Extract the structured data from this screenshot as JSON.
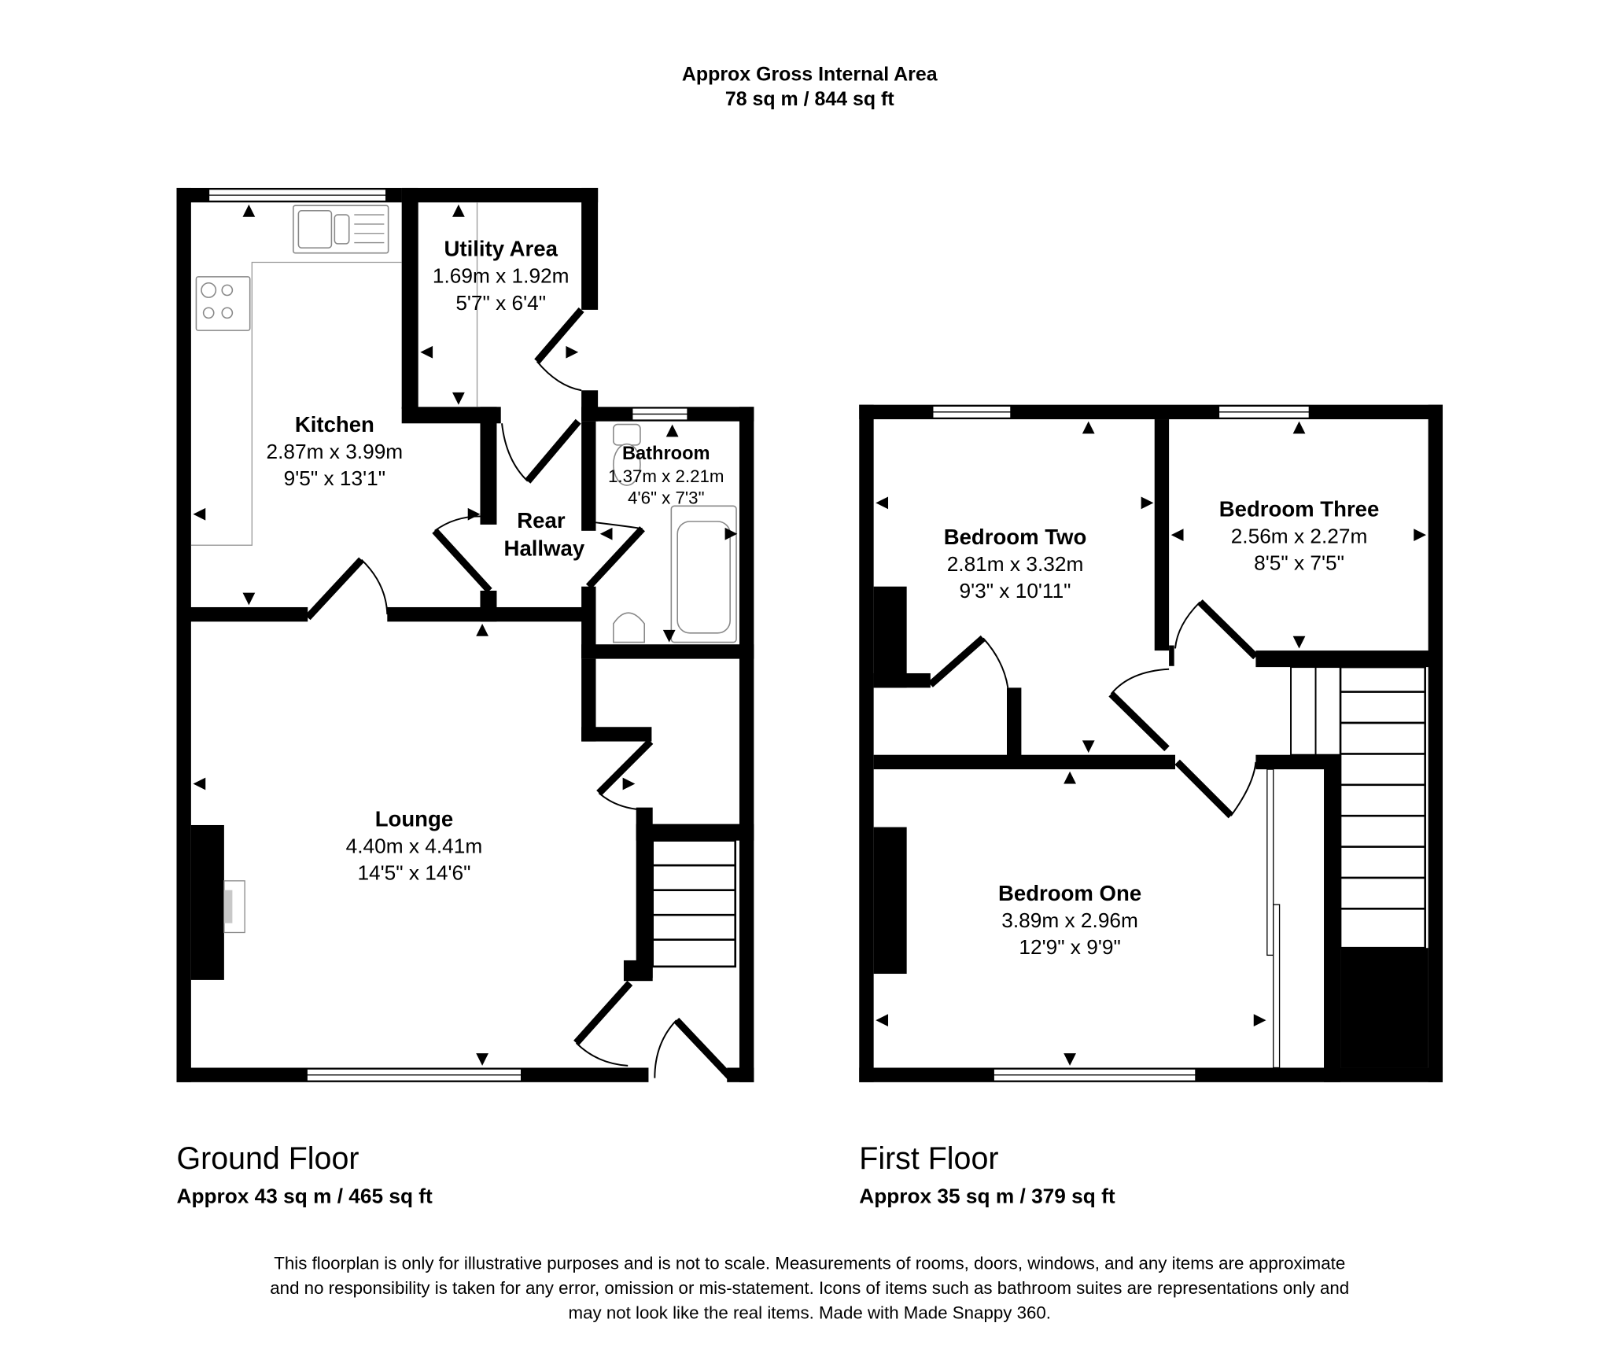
{
  "header": {
    "title": "Approx Gross Internal Area",
    "total_area": "78 sq m / 844 sq ft"
  },
  "ground_floor": {
    "label": "Ground Floor",
    "area": "Approx 43 sq m / 465 sq ft",
    "rooms": [
      {
        "name": "Kitchen",
        "metric": "2.87m x 3.99m",
        "imperial": "9'5\" x 13'1\""
      },
      {
        "name": "Utility Area",
        "metric": "1.69m x 1.92m",
        "imperial": "5'7\" x 6'4\""
      },
      {
        "name": "Bathroom",
        "metric": "1.37m x 2.21m",
        "imperial": "4'6\" x 7'3\""
      },
      {
        "name": "Rear",
        "name_line2": "Hallway"
      },
      {
        "name": "Lounge",
        "metric": "4.40m x 4.41m",
        "imperial": "14'5\" x 14'6\""
      }
    ]
  },
  "first_floor": {
    "label": "First Floor",
    "area": "Approx 35 sq m / 379 sq ft",
    "rooms": [
      {
        "name": "Bedroom Two",
        "metric": "2.81m x 3.32m",
        "imperial": "9'3\" x 10'11\""
      },
      {
        "name": "Bedroom Three",
        "metric": "2.56m x 2.27m",
        "imperial": "8'5\" x 7'5\""
      },
      {
        "name": "Bedroom One",
        "metric": "3.89m x 2.96m",
        "imperial": "12'9\" x 9'9\""
      }
    ]
  },
  "disclaimer": {
    "line1": "This floorplan is only for illustrative purposes and is not to scale. Measurements of rooms, doors, windows, and any items are approximate",
    "line2": "and no responsibility is taken for any error, omission or mis-statement. Icons of items such as bathroom suites are representations only and",
    "line3": "may not look like the real items. Made with Made Snappy 360."
  },
  "colors": {
    "wall": "#000000",
    "background": "#ffffff",
    "fixture_outline": "#888888"
  }
}
